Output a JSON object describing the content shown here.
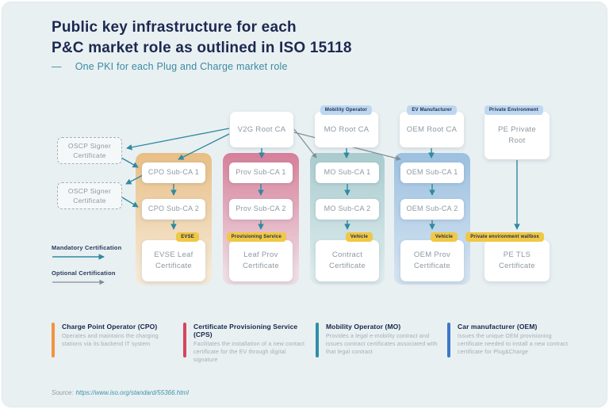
{
  "header": {
    "title_line1": "Public key infrastructure for each",
    "title_line2": "P&C market role as outlined in ISO 15118",
    "subtitle_dash": "—",
    "subtitle": "One PKI for each Plug and Charge market role"
  },
  "nodes": {
    "v2g_root": {
      "label": "V2G Root CA"
    },
    "mo_root": {
      "label": "MO Root CA",
      "tag": "Mobility Operator"
    },
    "oem_root": {
      "label": "OEM Root CA",
      "tag": "EV Manufacturer"
    },
    "pe_root": {
      "label": "PE Private\nRoot",
      "tag": "Private Environment"
    },
    "oscp1": {
      "label": "OSCP Signer\nCertificate"
    },
    "oscp2": {
      "label": "OSCP Signer\nCertificate"
    },
    "cpo_sub1": {
      "label": "CPO Sub-CA 1"
    },
    "cpo_sub2": {
      "label": "CPO Sub-CA 2"
    },
    "prov_sub1": {
      "label": "Prov Sub-CA 1"
    },
    "prov_sub2": {
      "label": "Prov Sub-CA 2"
    },
    "mo_sub1": {
      "label": "MO Sub-CA 1"
    },
    "mo_sub2": {
      "label": "MO Sub-CA 2"
    },
    "oem_sub1": {
      "label": "OEM Sub-CA 1"
    },
    "oem_sub2": {
      "label": "OEM Sub-CA 2"
    },
    "evse_leaf": {
      "label": "EVSE Leaf\nCertificate",
      "tag": "EVSE"
    },
    "prov_leaf": {
      "label": "Leaf Prov\nCertificate",
      "tag": "Provisioning Service"
    },
    "mo_leaf": {
      "label": "Contract\nCertificate",
      "tag": "Vehicle"
    },
    "oem_leaf": {
      "label": "OEM Prov\nCertificate",
      "tag": "Vehicle"
    },
    "pe_leaf": {
      "label": "PE TLS\nCertificate",
      "tag": "Private environment wallbox"
    }
  },
  "flow_legend": {
    "mandatory": "Mandatory Certification",
    "optional": "Optional Certification"
  },
  "arrow_colors": {
    "mandatory": "#2e8aa1",
    "optional": "#7e8e98"
  },
  "column_colors": {
    "cpo": "#e8be85",
    "prov": "#d67f9a",
    "mo": "#a9cbce",
    "oem": "#9cc0e0"
  },
  "tag_colors": {
    "role_tag": "#bdd7f1",
    "device_tag": "#f0c845"
  },
  "roles": [
    {
      "color": "#ef9440",
      "title": "Charge Point Operator (CPO)",
      "desc": "Operates and maintains the charging stations via its backend IT system"
    },
    {
      "color": "#d6455d",
      "title": "Certificate Provisioning Service (CPS)",
      "desc": "Facilitates the installation of a new contact certificate for the EV through digital signature"
    },
    {
      "color": "#2f8fa6",
      "title": "Mobility Operator (MO)",
      "desc": "Provides a legal e-mobility contract and issues contract certificates associated with that legal contract"
    },
    {
      "color": "#3c78c9",
      "title": "Car manufacturer (OEM)",
      "desc": "Issues the unique OEM provisioning certificate needed to install a new contract certificate for Plug&Charge"
    }
  ],
  "source": {
    "label": "Source:",
    "url": "https://www.iso.org/standard/55366.html"
  }
}
